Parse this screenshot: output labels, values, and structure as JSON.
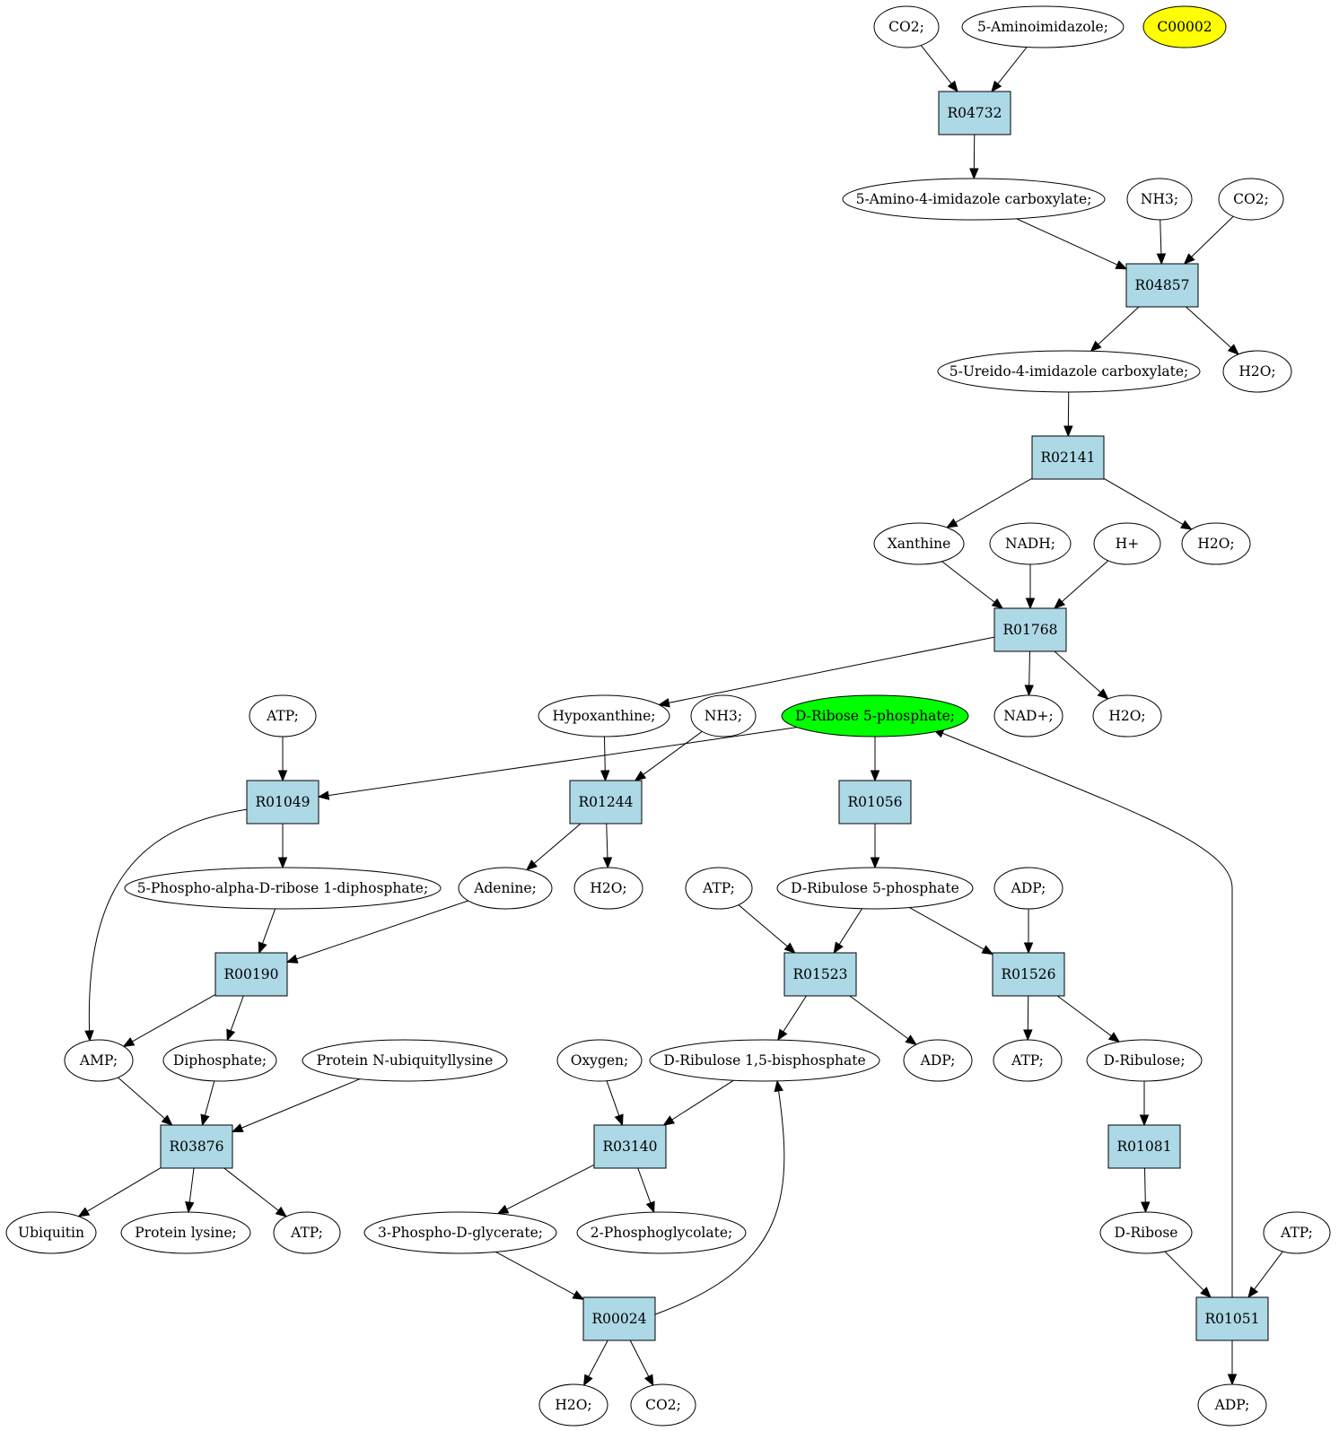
{
  "colors": {
    "reaction_fill": "#add8e6",
    "compound_fill": "#ffffff",
    "highlight_yellow": "#ffff00",
    "highlight_green": "#00ff00",
    "stroke": "#000000"
  },
  "nodes": [
    {
      "id": "co2_top",
      "kind": "compound",
      "label": "CO2;"
    },
    {
      "id": "aminoimidazole",
      "kind": "compound",
      "label": "5-Aminoimidazole;"
    },
    {
      "id": "c00002",
      "kind": "compound",
      "label": "C00002",
      "fill": "highlight_yellow"
    },
    {
      "id": "r04732",
      "kind": "reaction",
      "label": "R04732"
    },
    {
      "id": "amino_carboxylate",
      "kind": "compound",
      "label": "5-Amino-4-imidazole carboxylate;"
    },
    {
      "id": "nh3_top",
      "kind": "compound",
      "label": "NH3;"
    },
    {
      "id": "co2_2",
      "kind": "compound",
      "label": "CO2;"
    },
    {
      "id": "r04857",
      "kind": "reaction",
      "label": "R04857"
    },
    {
      "id": "ureido_carboxylate",
      "kind": "compound",
      "label": "5-Ureido-4-imidazole carboxylate;"
    },
    {
      "id": "h2o_1",
      "kind": "compound",
      "label": "H2O;"
    },
    {
      "id": "r02141",
      "kind": "reaction",
      "label": "R02141"
    },
    {
      "id": "xanthine",
      "kind": "compound",
      "label": "Xanthine"
    },
    {
      "id": "nadh",
      "kind": "compound",
      "label": "NADH;"
    },
    {
      "id": "hplus",
      "kind": "compound",
      "label": "H+"
    },
    {
      "id": "h2o_2",
      "kind": "compound",
      "label": "H2O;"
    },
    {
      "id": "r01768",
      "kind": "reaction",
      "label": "R01768"
    },
    {
      "id": "atp_1",
      "kind": "compound",
      "label": "ATP;"
    },
    {
      "id": "hypoxanthine",
      "kind": "compound",
      "label": "Hypoxanthine;"
    },
    {
      "id": "nh3_2",
      "kind": "compound",
      "label": "NH3;"
    },
    {
      "id": "ribose5p",
      "kind": "compound",
      "label": "D-Ribose 5-phosphate;",
      "fill": "highlight_green"
    },
    {
      "id": "nadplus",
      "kind": "compound",
      "label": "NAD+;"
    },
    {
      "id": "h2o_3",
      "kind": "compound",
      "label": "H2O;"
    },
    {
      "id": "r01049",
      "kind": "reaction",
      "label": "R01049"
    },
    {
      "id": "r01244",
      "kind": "reaction",
      "label": "R01244"
    },
    {
      "id": "r01056",
      "kind": "reaction",
      "label": "R01056"
    },
    {
      "id": "prpp",
      "kind": "compound",
      "label": "5-Phospho-alpha-D-ribose 1-diphosphate;"
    },
    {
      "id": "adenine",
      "kind": "compound",
      "label": "Adenine;"
    },
    {
      "id": "h2o_4",
      "kind": "compound",
      "label": "H2O;"
    },
    {
      "id": "atp_2",
      "kind": "compound",
      "label": "ATP;"
    },
    {
      "id": "ribulose5p",
      "kind": "compound",
      "label": "D-Ribulose 5-phosphate"
    },
    {
      "id": "adp_1",
      "kind": "compound",
      "label": "ADP;"
    },
    {
      "id": "r00190",
      "kind": "reaction",
      "label": "R00190"
    },
    {
      "id": "r01523",
      "kind": "reaction",
      "label": "R01523"
    },
    {
      "id": "r01526",
      "kind": "reaction",
      "label": "R01526"
    },
    {
      "id": "amp",
      "kind": "compound",
      "label": "AMP;"
    },
    {
      "id": "diphosphate",
      "kind": "compound",
      "label": "Diphosphate;"
    },
    {
      "id": "ubiq_lysine",
      "kind": "compound",
      "label": "Protein N-ubiquityllysine"
    },
    {
      "id": "oxygen",
      "kind": "compound",
      "label": "Oxygen;"
    },
    {
      "id": "rubp",
      "kind": "compound",
      "label": "D-Ribulose 1,5-bisphosphate"
    },
    {
      "id": "adp_2",
      "kind": "compound",
      "label": "ADP;"
    },
    {
      "id": "atp_3",
      "kind": "compound",
      "label": "ATP;"
    },
    {
      "id": "dribulose",
      "kind": "compound",
      "label": "D-Ribulose;"
    },
    {
      "id": "r03876",
      "kind": "reaction",
      "label": "R03876"
    },
    {
      "id": "r03140",
      "kind": "reaction",
      "label": "R03140"
    },
    {
      "id": "r01081",
      "kind": "reaction",
      "label": "R01081"
    },
    {
      "id": "ubiquitin",
      "kind": "compound",
      "label": "Ubiquitin"
    },
    {
      "id": "protein_lysine",
      "kind": "compound",
      "label": "Protein lysine;"
    },
    {
      "id": "atp_4",
      "kind": "compound",
      "label": "ATP;"
    },
    {
      "id": "pga",
      "kind": "compound",
      "label": "3-Phospho-D-glycerate;"
    },
    {
      "id": "phosphoglycolate",
      "kind": "compound",
      "label": "2-Phosphoglycolate;"
    },
    {
      "id": "dribose",
      "kind": "compound",
      "label": "D-Ribose"
    },
    {
      "id": "atp_5",
      "kind": "compound",
      "label": "ATP;"
    },
    {
      "id": "r00024",
      "kind": "reaction",
      "label": "R00024"
    },
    {
      "id": "r01051",
      "kind": "reaction",
      "label": "R01051"
    },
    {
      "id": "h2o_5",
      "kind": "compound",
      "label": "H2O;"
    },
    {
      "id": "co2_3",
      "kind": "compound",
      "label": "CO2;"
    },
    {
      "id": "adp_3",
      "kind": "compound",
      "label": "ADP;"
    }
  ],
  "edges": [
    {
      "from": "co2_top",
      "to": "r04732"
    },
    {
      "from": "aminoimidazole",
      "to": "r04732"
    },
    {
      "from": "r04732",
      "to": "amino_carboxylate"
    },
    {
      "from": "amino_carboxylate",
      "to": "r04857"
    },
    {
      "from": "nh3_top",
      "to": "r04857"
    },
    {
      "from": "co2_2",
      "to": "r04857"
    },
    {
      "from": "r04857",
      "to": "ureido_carboxylate"
    },
    {
      "from": "r04857",
      "to": "h2o_1"
    },
    {
      "from": "ureido_carboxylate",
      "to": "r02141"
    },
    {
      "from": "r02141",
      "to": "xanthine"
    },
    {
      "from": "r02141",
      "to": "h2o_2"
    },
    {
      "from": "xanthine",
      "to": "r01768"
    },
    {
      "from": "nadh",
      "to": "r01768"
    },
    {
      "from": "hplus",
      "to": "r01768"
    },
    {
      "from": "r01768",
      "to": "hypoxanthine"
    },
    {
      "from": "r01768",
      "to": "nadplus"
    },
    {
      "from": "r01768",
      "to": "h2o_3"
    },
    {
      "from": "atp_1",
      "to": "r01049"
    },
    {
      "from": "ribose5p",
      "to": "r01049"
    },
    {
      "from": "hypoxanthine",
      "to": "r01244"
    },
    {
      "from": "nh3_2",
      "to": "r01244"
    },
    {
      "from": "ribose5p",
      "to": "r01056"
    },
    {
      "from": "r01049",
      "to": "prpp"
    },
    {
      "from": "r01049",
      "to": "amp"
    },
    {
      "from": "r01244",
      "to": "adenine"
    },
    {
      "from": "r01244",
      "to": "h2o_4"
    },
    {
      "from": "r01056",
      "to": "ribulose5p"
    },
    {
      "from": "prpp",
      "to": "r00190"
    },
    {
      "from": "adenine",
      "to": "r00190"
    },
    {
      "from": "atp_2",
      "to": "r01523"
    },
    {
      "from": "ribulose5p",
      "to": "r01523"
    },
    {
      "from": "ribulose5p",
      "to": "r01526"
    },
    {
      "from": "adp_1",
      "to": "r01526"
    },
    {
      "from": "r00190",
      "to": "amp"
    },
    {
      "from": "r00190",
      "to": "diphosphate"
    },
    {
      "from": "r01523",
      "to": "rubp"
    },
    {
      "from": "r01523",
      "to": "adp_2"
    },
    {
      "from": "r01526",
      "to": "atp_3"
    },
    {
      "from": "r01526",
      "to": "dribulose"
    },
    {
      "from": "amp",
      "to": "r03876"
    },
    {
      "from": "diphosphate",
      "to": "r03876"
    },
    {
      "from": "ubiq_lysine",
      "to": "r03876"
    },
    {
      "from": "oxygen",
      "to": "r03140"
    },
    {
      "from": "rubp",
      "to": "r03140"
    },
    {
      "from": "dribulose",
      "to": "r01081"
    },
    {
      "from": "r03876",
      "to": "ubiquitin"
    },
    {
      "from": "r03876",
      "to": "protein_lysine"
    },
    {
      "from": "r03876",
      "to": "atp_4"
    },
    {
      "from": "r03140",
      "to": "pga"
    },
    {
      "from": "r03140",
      "to": "phosphoglycolate"
    },
    {
      "from": "r01081",
      "to": "dribose"
    },
    {
      "from": "pga",
      "to": "r00024"
    },
    {
      "from": "r00024",
      "to": "rubp"
    },
    {
      "from": "r00024",
      "to": "h2o_5"
    },
    {
      "from": "r00024",
      "to": "co2_3"
    },
    {
      "from": "dribose",
      "to": "r01051"
    },
    {
      "from": "atp_5",
      "to": "r01051"
    },
    {
      "from": "r01051",
      "to": "ribose5p"
    },
    {
      "from": "r01051",
      "to": "adp_3"
    }
  ]
}
